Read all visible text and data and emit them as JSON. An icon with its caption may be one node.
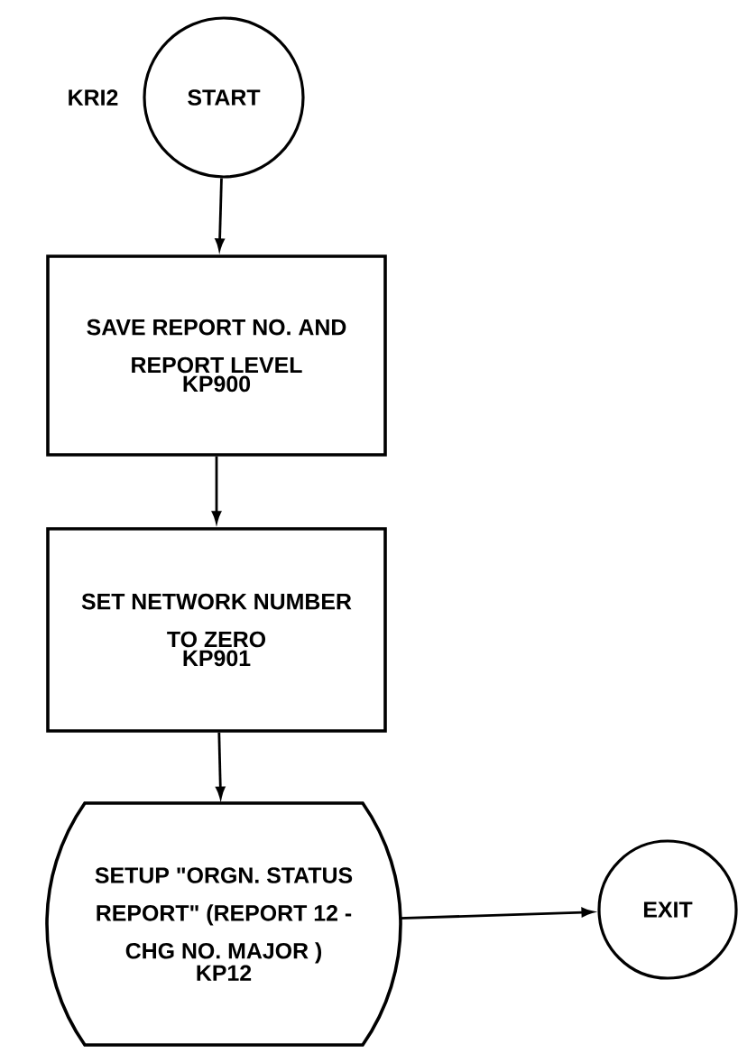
{
  "diagram": {
    "nodes": [
      {
        "text": [
          "START"
        ],
        "beside": [
          "KRI2"
        ]
      },
      {
        "text": [
          "SAVE REPORT NO. AND REPORT LEVEL",
          "KP900"
        ]
      },
      {
        "text": [
          "SET NETWORK NUMBER TO ZERO",
          "KP901"
        ]
      },
      {
        "text": [
          "SETUP \"ORGN. STATUS REPORT\" (REPORT 12 - CHG NO. MAJOR )",
          "KP12"
        ]
      },
      {
        "text": [
          "EXIT"
        ]
      }
    ],
    "edges": [
      {
        "from": 0,
        "to": 1,
        "arrow": "to"
      },
      {
        "from": 1,
        "to": 2,
        "arrow": "to"
      },
      {
        "from": 2,
        "to": 3,
        "arrow": "to"
      },
      {
        "from": 3,
        "to": 4,
        "arrow": "to"
      }
    ]
  }
}
